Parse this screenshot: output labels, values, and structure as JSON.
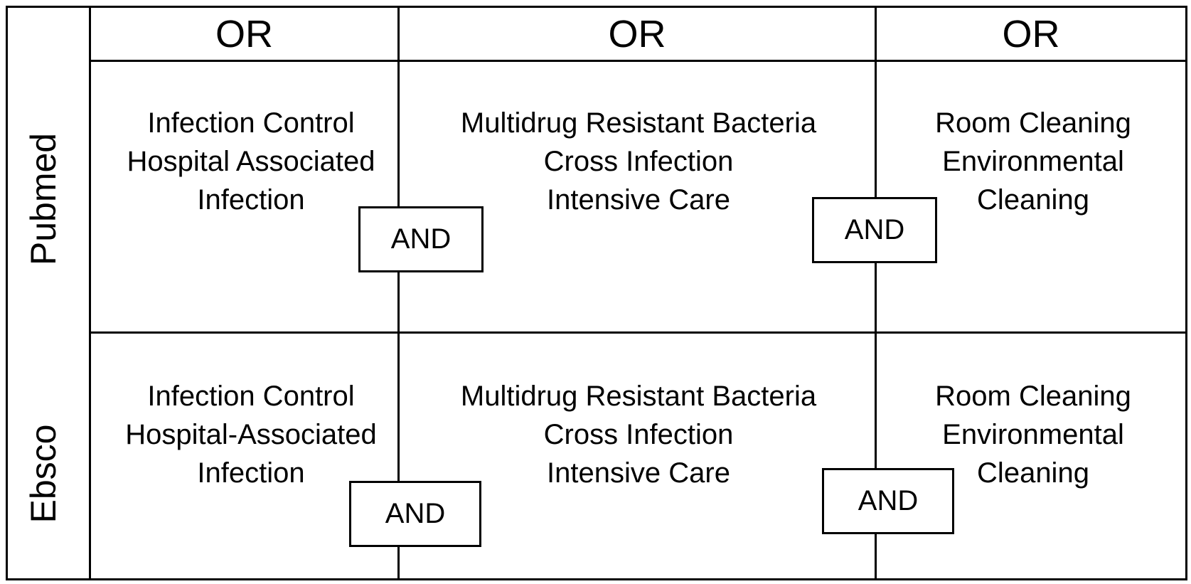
{
  "columns": [
    {
      "header": "OR"
    },
    {
      "header": "OR"
    },
    {
      "header": "OR"
    }
  ],
  "rows": [
    {
      "label": "Pubmed",
      "cells": [
        [
          "Infection Control",
          "Hospital Associated",
          "Infection"
        ],
        [
          "Multidrug Resistant Bacteria",
          "Cross Infection",
          "Intensive Care"
        ],
        [
          "Room Cleaning",
          "Environmental",
          "Cleaning"
        ]
      ],
      "connectors": [
        "AND",
        "AND"
      ]
    },
    {
      "label": "Ebsco",
      "cells": [
        [
          "Infection Control",
          "Hospital-Associated",
          "Infection"
        ],
        [
          "Multidrug Resistant Bacteria",
          "Cross Infection",
          "Intensive Care"
        ],
        [
          "Room Cleaning",
          "Environmental",
          "Cleaning"
        ]
      ],
      "connectors": [
        "AND",
        "AND"
      ]
    }
  ]
}
